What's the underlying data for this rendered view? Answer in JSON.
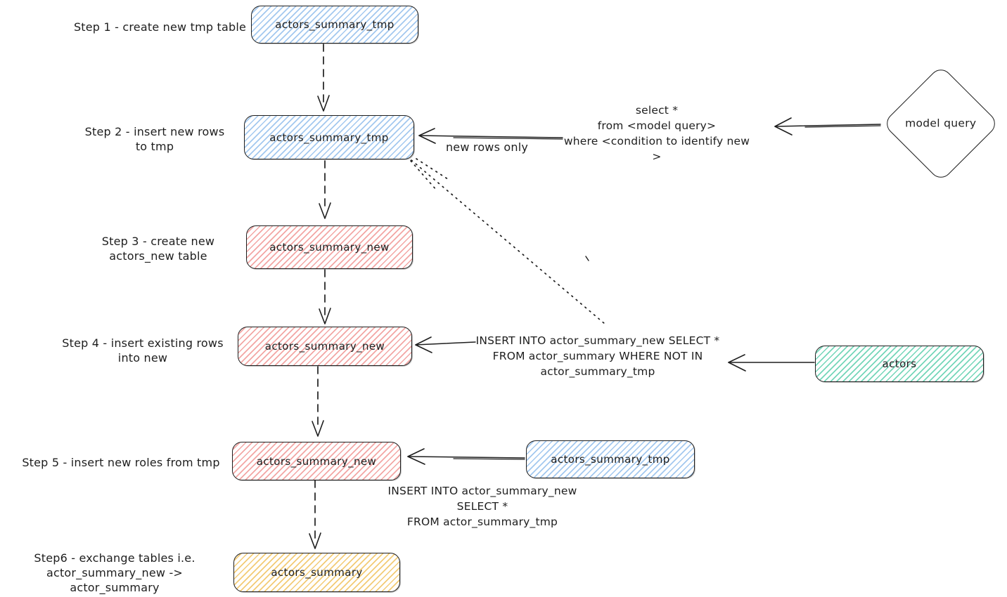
{
  "steps": [
    {
      "lines": [
        "Step 1 - create new tmp table"
      ],
      "node_label": "actors_summary_tmp",
      "color": "blue"
    },
    {
      "lines": [
        "Step 2 - insert new rows",
        "to tmp"
      ],
      "node_label": "actors_summary_tmp",
      "color": "blue"
    },
    {
      "lines": [
        "Step 3 - create new",
        "actors_new table"
      ],
      "node_label": "actors_summary_new",
      "color": "pink"
    },
    {
      "lines": [
        "Step 4 - insert existing rows",
        "into new"
      ],
      "node_label": "actors_summary_new",
      "color": "pink"
    },
    {
      "lines": [
        "Step 5 - insert new roles from tmp"
      ],
      "node_label": "actors_summary_new",
      "color": "pink"
    },
    {
      "lines": [
        "Step6 - exchange tables i.e.",
        "actor_summary_new -> actor_summary"
      ],
      "node_label": "actors_summary",
      "color": "yellow"
    }
  ],
  "side_nodes": {
    "model_query_label": "model query",
    "actors_label": "actors",
    "tmp_copy_label": "actors_summary_tmp"
  },
  "annotations": {
    "new_rows_only": "new rows only",
    "select_sql": {
      "line1": "select *",
      "line2": "from <model query>",
      "line3": "where <condition to identify new >"
    },
    "insert_existing_sql": {
      "line1": "INSERT INTO actor_summary_new SELECT *",
      "line2": "FROM actor_summary WHERE NOT IN",
      "line3": "actor_summary_tmp"
    },
    "insert_tmp_sql": {
      "line1": "INSERT INTO actor_summary_new",
      "line2": "SELECT *",
      "line3": "FROM actor_summary_tmp"
    }
  },
  "colors": {
    "stroke": "#1e1e1e",
    "blue_hatch": "#a3c8ef",
    "pink_hatch": "#f3a6a4",
    "green_hatch": "#74d6b9",
    "yellow_hatch": "#f3cb75"
  }
}
